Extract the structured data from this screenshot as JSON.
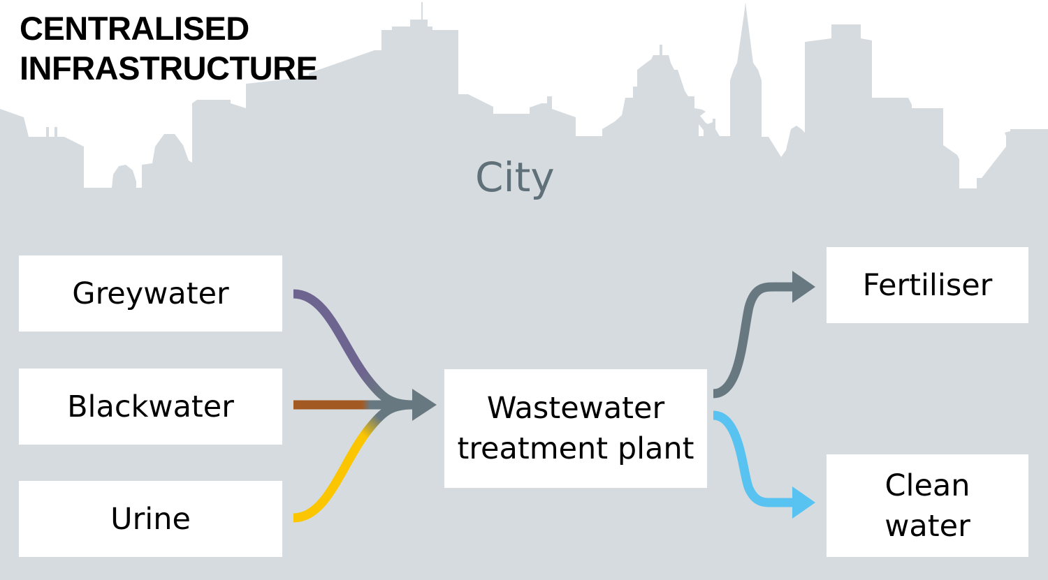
{
  "title_lines": [
    "CENTRALISED",
    "INFRASTRUCTURE"
  ],
  "city_label": "City",
  "sources": [
    {
      "label": "Greywater",
      "flow_color": "#6e6490"
    },
    {
      "label": "Blackwater",
      "flow_color": "#a35a22"
    },
    {
      "label": "Urine",
      "flow_color": "#fbc600"
    }
  ],
  "plant": {
    "line1": "Wastewater",
    "line2": "treatment plant",
    "flow_color": "#687880"
  },
  "outputs": [
    {
      "line1": "Fertiliser",
      "line2": "",
      "flow_color": "#687880"
    },
    {
      "line1": "Clean",
      "line2": "water",
      "flow_color": "#58c3f0"
    }
  ],
  "colors": {
    "skyline": "#d6dbdf",
    "city_text": "#607078",
    "box_fill": "#ffffff"
  }
}
